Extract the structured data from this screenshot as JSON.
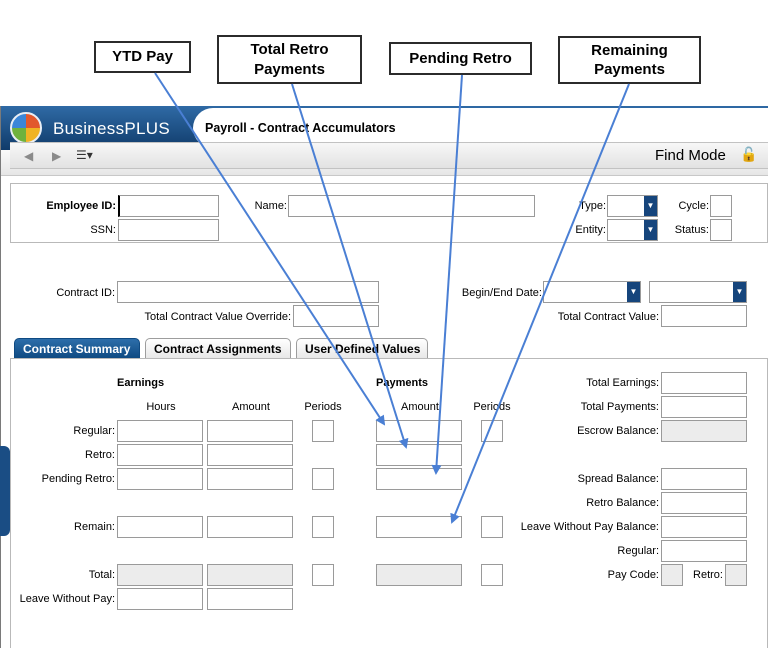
{
  "callouts": {
    "ytd_pay": "YTD Pay",
    "total_retro_payments": "Total Retro Payments",
    "pending_retro": "Pending Retro",
    "remaining_payments": "Remaining Payments"
  },
  "app": {
    "brand": "BusinessPLUS",
    "title": "Payroll - Contract Accumulators"
  },
  "header_form": {
    "employee_id_label": "Employee ID:",
    "ssn_label": "SSN:",
    "name_label": "Name:",
    "type_label": "Type:",
    "entity_label": "Entity:",
    "cycle_label": "Cycle:",
    "status_label": "Status:"
  },
  "sub_toolbar": {
    "find_mode": "Find Mode"
  },
  "contract": {
    "contract_id_label": "Contract ID:",
    "begin_end_label": "Begin/End Date:",
    "override_label": "Total Contract Value Override:",
    "total_value_label": "Total Contract Value:"
  },
  "tabs": [
    "Contract Summary",
    "Contract Assignments",
    "User Defined Values"
  ],
  "summary": {
    "earnings_header": "Earnings",
    "payments_header": "Payments",
    "col_hours": "Hours",
    "col_amount": "Amount",
    "col_periods": "Periods",
    "col_pay_amount": "Amount",
    "col_pay_periods": "Periods",
    "row_regular": "Regular:",
    "row_retro": "Retro:",
    "row_pending_retro": "Pending Retro:",
    "row_remain": "Remain:",
    "row_total": "Total:",
    "row_lwop": "Leave Without Pay:",
    "total_earnings": "Total Earnings:",
    "total_payments": "Total Payments:",
    "escrow_balance": "Escrow Balance:",
    "spread_balance": "Spread Balance:",
    "retro_balance": "Retro Balance:",
    "lwop_balance": "Leave Without Pay Balance:",
    "regular": "Regular:",
    "pay_code": "Pay Code:",
    "retro": "Retro:"
  },
  "colors": {
    "accent": "#16457c",
    "title_bar": "#1f558f",
    "arrow": "#4a7fd4"
  }
}
